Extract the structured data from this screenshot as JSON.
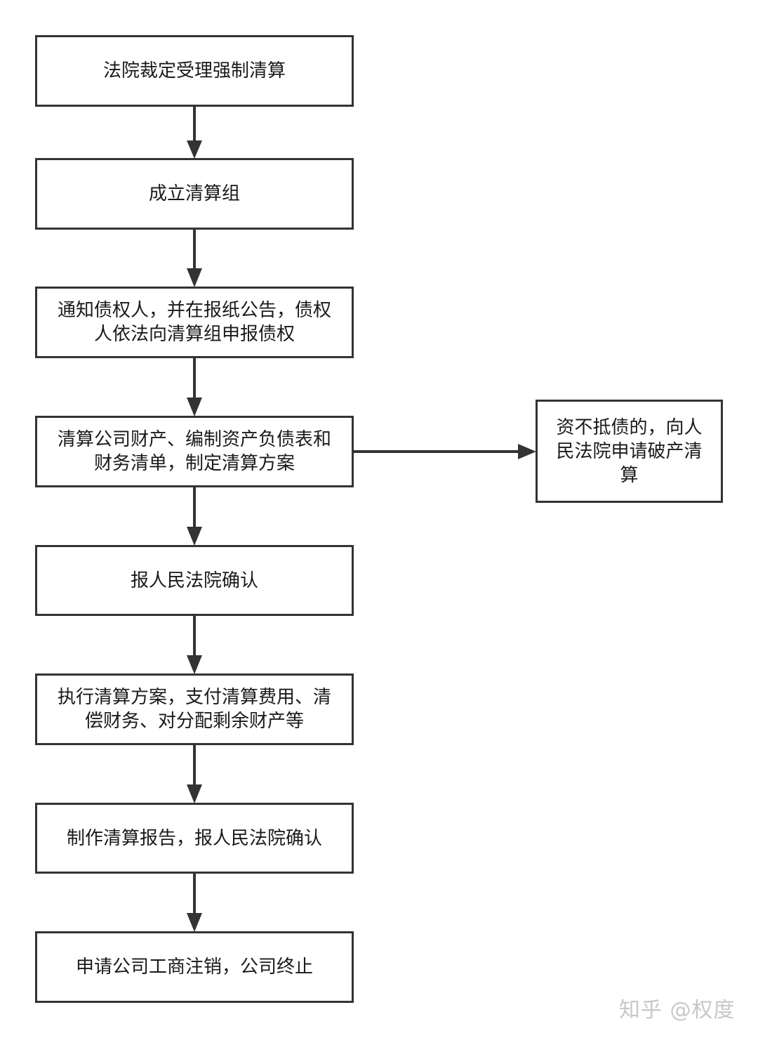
{
  "flowchart": {
    "steps": [
      "法院裁定受理强制清算",
      "成立清算组",
      "通知债权人，并在报纸公告，债权人依法向清算组申报债权",
      "清算公司财产、编制资产负债表和财务清单，制定清算方案",
      "报人民法院确认",
      "执行清算方案，支付清算费用、清偿财务、对分配剩余财产等",
      "制作清算报告，报人民法院确认",
      "申请公司工商注销，公司终止"
    ],
    "branch": "资不抵债的，向人民法院申请破产清算"
  },
  "watermark": "知乎 @权度",
  "colors": {
    "stroke": "#333333",
    "text": "#1a1a1a",
    "background": "#ffffff",
    "watermark": "#c8c8c8"
  }
}
